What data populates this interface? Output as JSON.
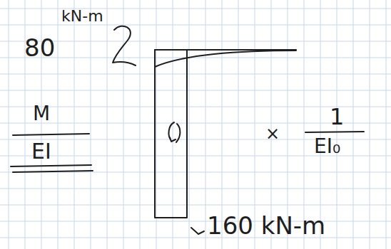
{
  "diagram": {
    "labels": [
      "80",
      "kN-m",
      "M",
      "EI",
      "×",
      "1",
      "EI₀",
      "160 kN-m"
    ]
  }
}
